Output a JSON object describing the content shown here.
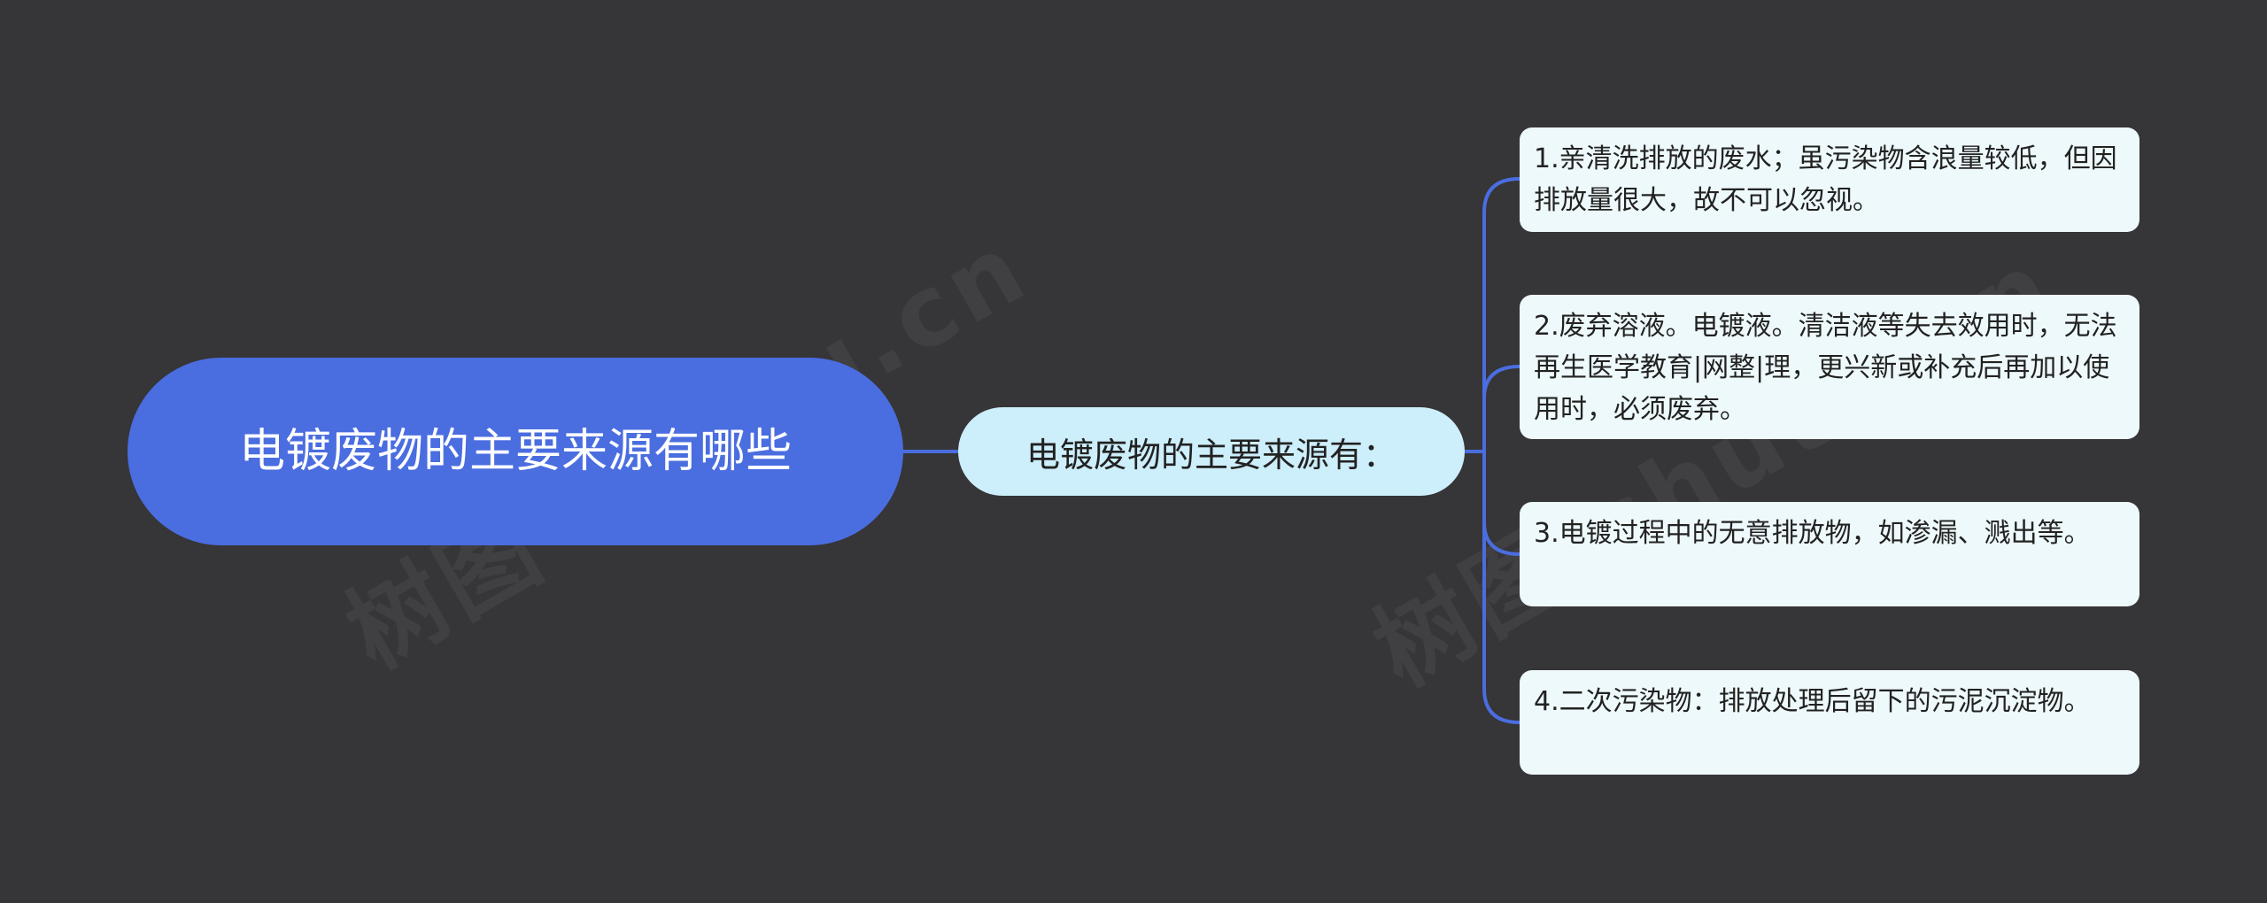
{
  "colors": {
    "background": "#363537",
    "root_fill": "#4a6de0",
    "mid_fill": "#cdeefb",
    "leaf_fill": "#eef9fb",
    "connector": "#4a6de0"
  },
  "root": {
    "text": "电镀废物的主要来源有哪些"
  },
  "mid": {
    "text": "电镀废物的主要来源有："
  },
  "leaves": [
    {
      "text": "1.亲清洗排放的废水；虽污染物含浪量较低，但因排放量很大，故不可以忽视。"
    },
    {
      "text": "2.废弃溶液。电镀液。清洁液等失去效用时，无法再生医学教育|网整|理，更兴新或补充后再加以使用时，必须废弃。"
    },
    {
      "text": "3.电镀过程中的无意排放物，如渗漏、溅出等。"
    },
    {
      "text": "4.二次污染物：排放处理后留下的污泥沉淀物。"
    }
  ],
  "watermarks": [
    {
      "text": "树图 shutu.cn"
    },
    {
      "text": "树图 shutu.cn"
    }
  ]
}
